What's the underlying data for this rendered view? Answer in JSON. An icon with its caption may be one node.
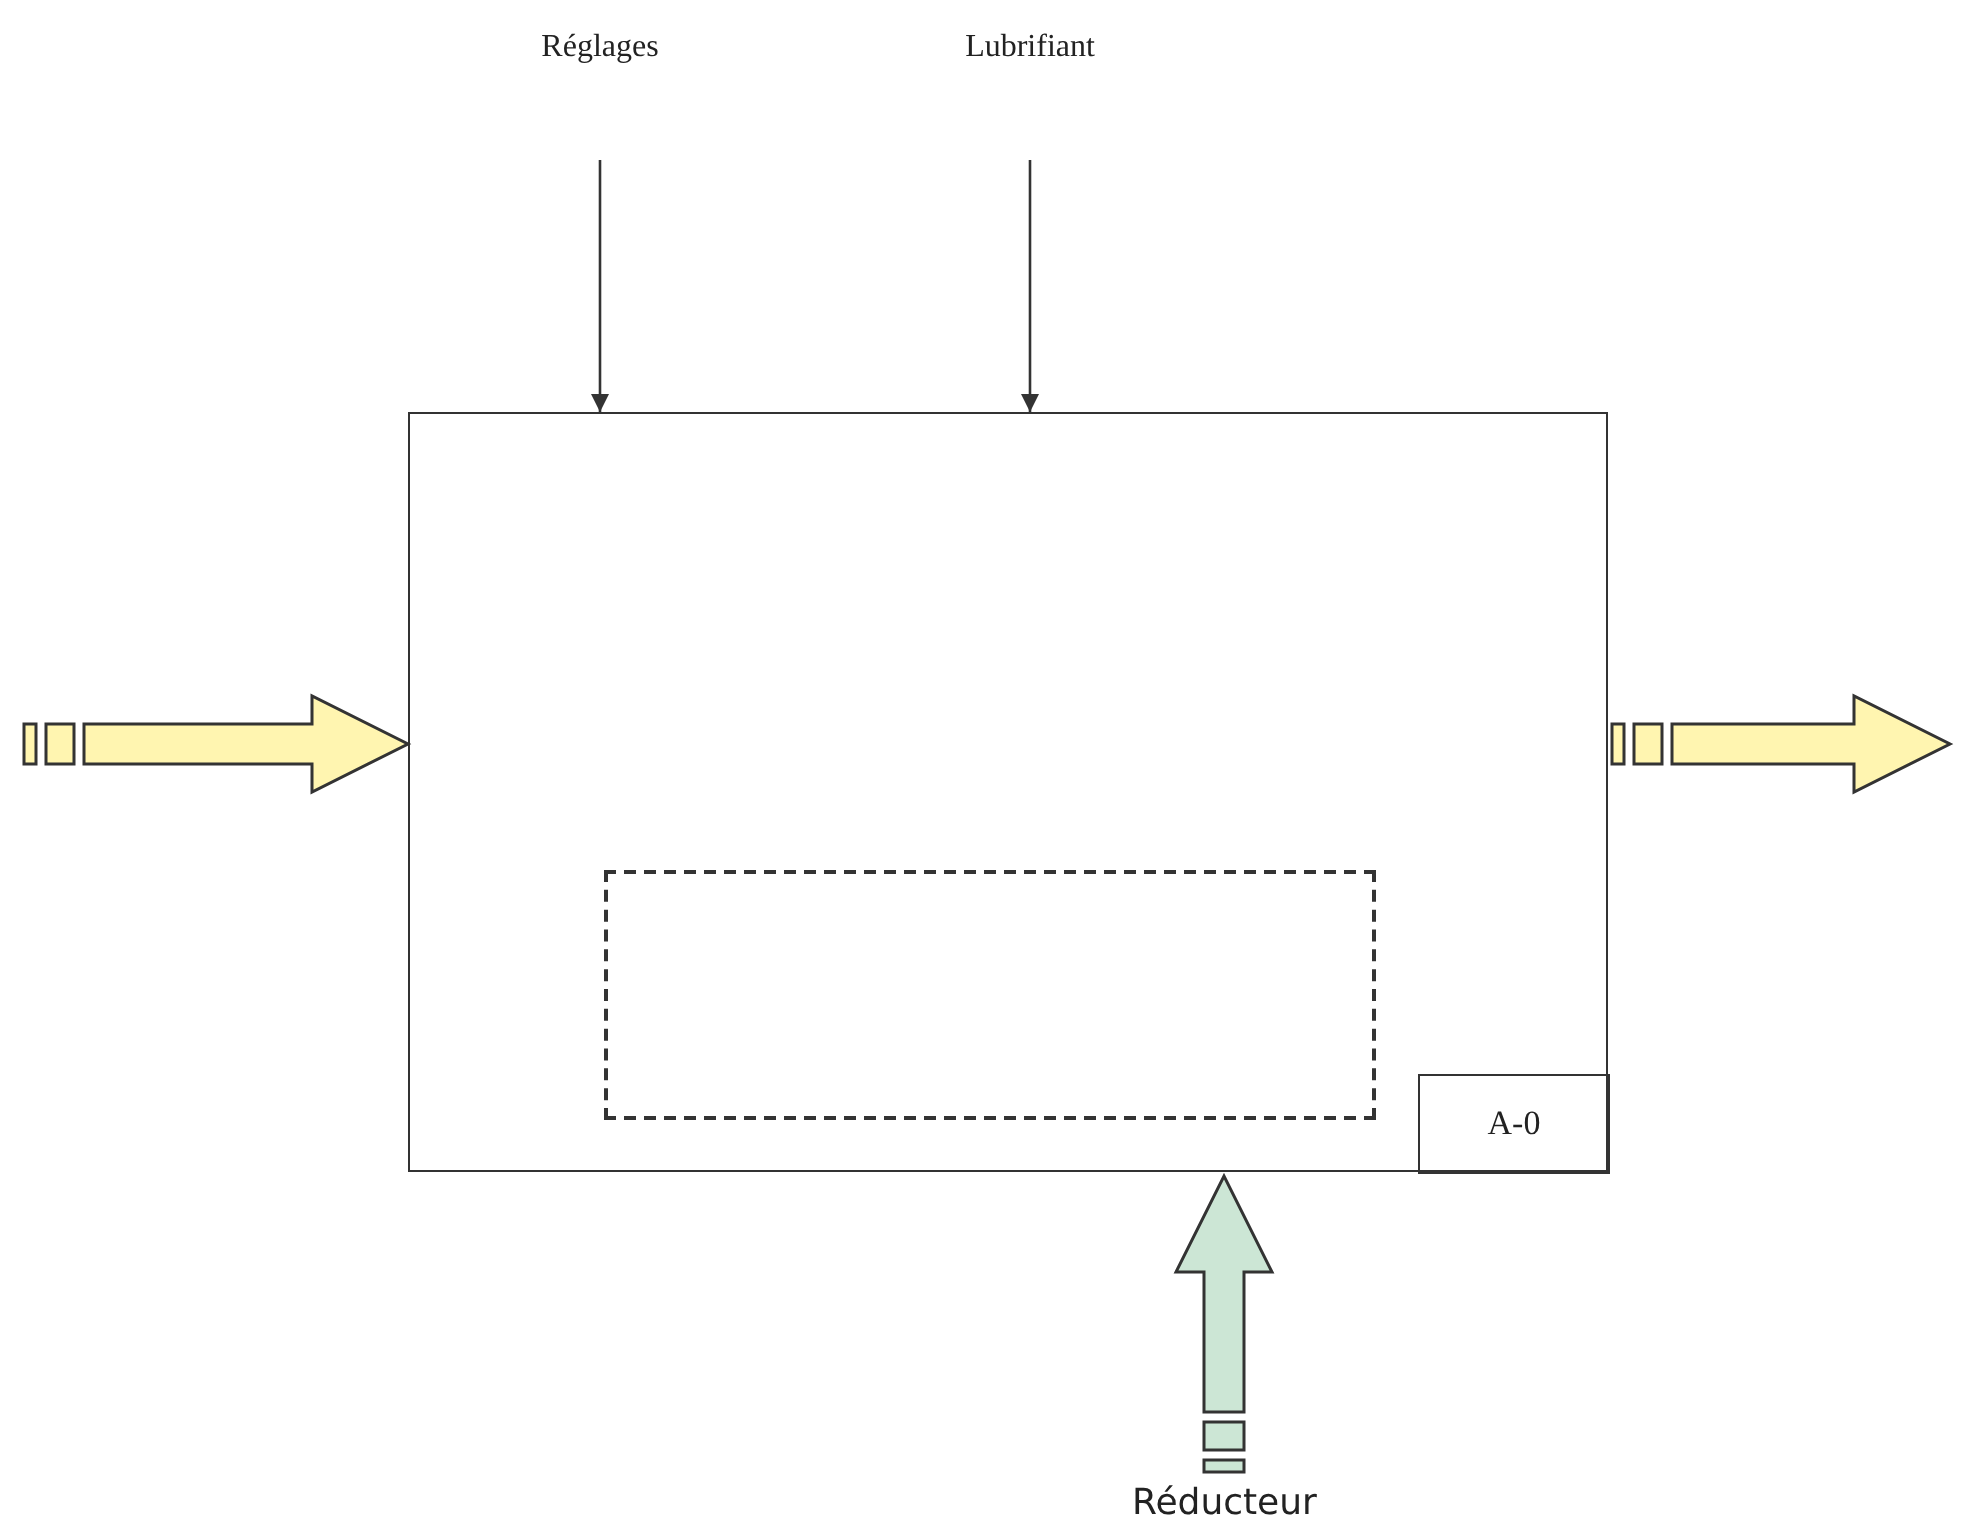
{
  "diagram": {
    "nodes": [
      {
        "text": [],
        "shape": "box"
      },
      {
        "text": [],
        "shape": "box",
        "in": 0
      },
      {
        "text": [
          "A-0"
        ],
        "in": 0
      },
      {
        "text": [
          "Réglages"
        ]
      },
      {
        "text": [
          "Lubrifiant"
        ]
      },
      {
        "text": [
          "Réducteur"
        ]
      }
    ],
    "edges": [
      {
        "from": 3,
        "to": 0,
        "arrow": "to"
      },
      {
        "from": 4,
        "to": 0,
        "arrow": "to"
      },
      {
        "from": null,
        "to": 0,
        "arrow": "to",
        "style": "thick",
        "color": "#fff5b0"
      },
      {
        "from": 0,
        "to": null,
        "arrow": "to",
        "style": "thick",
        "color": "#fff5b0"
      },
      {
        "from": 5,
        "to": 0,
        "arrow": "to",
        "style": "thick",
        "color": "#cce6d5"
      }
    ]
  }
}
